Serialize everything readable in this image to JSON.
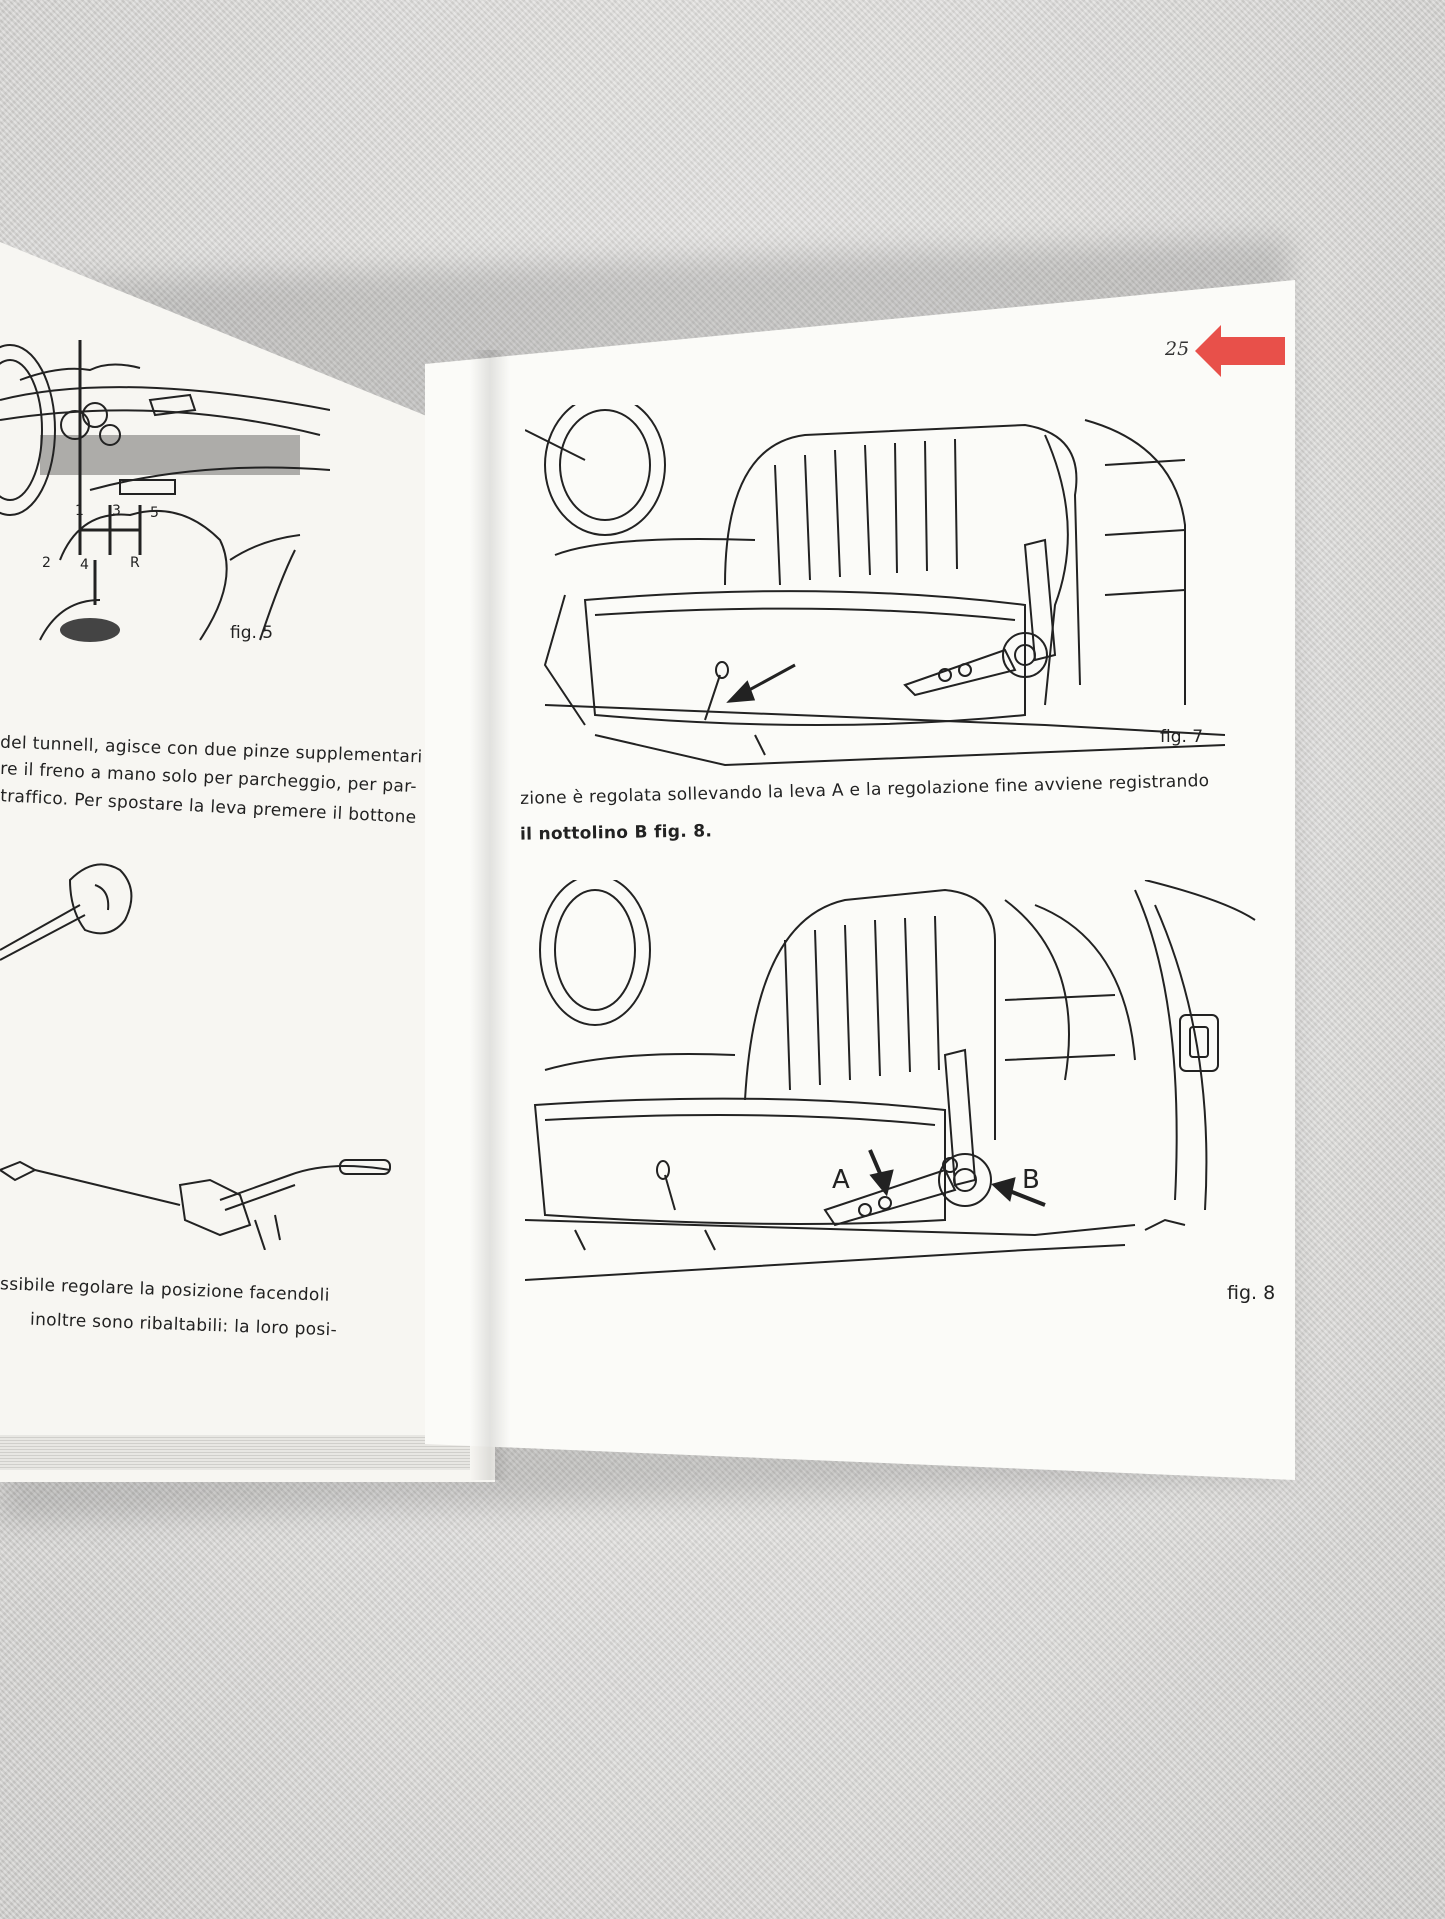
{
  "right_page": {
    "page_number": "25",
    "paragraph": {
      "line1": "zione è regolata sollevando la leva A e la regolazione fine avviene registrando",
      "line2": "il nottolino B fig. 8."
    },
    "figures": {
      "fig7_label": "fig. 7",
      "fig8_label": "fig. 8",
      "fig8_callout_a": "A",
      "fig8_callout_b": "B"
    },
    "tab_color": "#e8504a"
  },
  "left_page": {
    "fig5_label": "fig. 5",
    "gear_numbers": [
      "1",
      "3",
      "5",
      "2",
      "4",
      "R"
    ],
    "paragraph1": [
      "del tunnell, agisce con due pinze supplementari",
      "re il freno a mano solo per parcheggio, per par-",
      "traffico. Per spostare la leva premere il bottone"
    ],
    "paragraph2": [
      "ssibile regolare la posizione facendoli",
      "inoltre sono ribaltabili: la loro posi-"
    ]
  }
}
